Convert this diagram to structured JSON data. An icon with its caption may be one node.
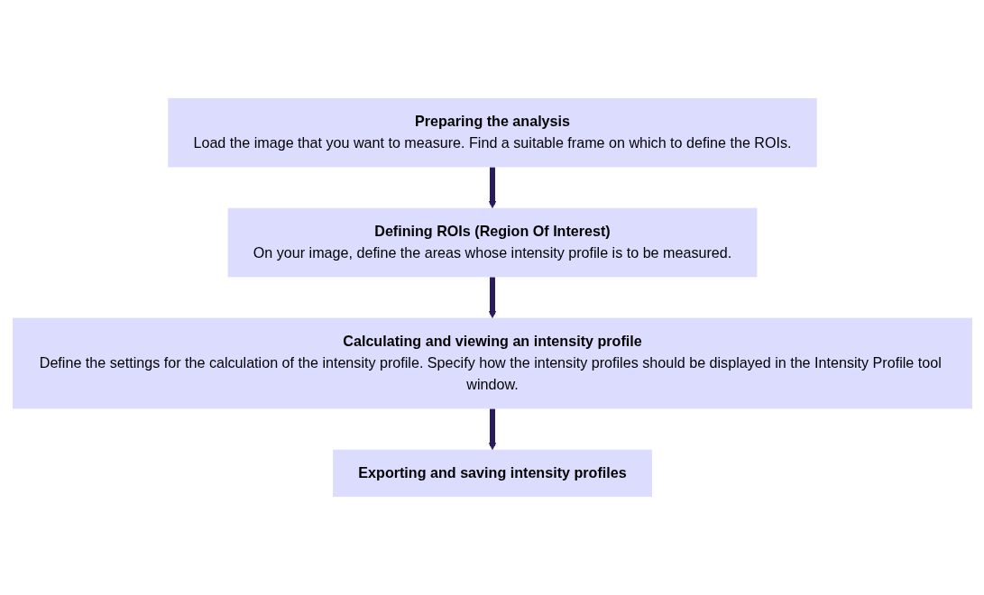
{
  "diagram": {
    "nodes": [
      {
        "text": [
          "Preparing the analysis",
          "Load the image that you want to measure. Find a suitable frame on which to define the ROIs."
        ]
      },
      {
        "text": [
          "Defining ROIs (Region Of Interest)",
          "On your image, define the areas whose intensity profile is to be measured."
        ]
      },
      {
        "text": [
          "Calculating and viewing an intensity profile",
          "Define the settings for the calculation of the intensity profile. Specify how the intensity profiles should be displayed in the Intensity Profile tool window."
        ]
      },
      {
        "text": [
          "Exporting and saving intensity profiles"
        ]
      }
    ],
    "edges": [
      {
        "from": 0,
        "to": 1,
        "arrow": "to"
      },
      {
        "from": 1,
        "to": 2,
        "arrow": "to"
      },
      {
        "from": 2,
        "to": 3,
        "arrow": "to"
      }
    ]
  }
}
